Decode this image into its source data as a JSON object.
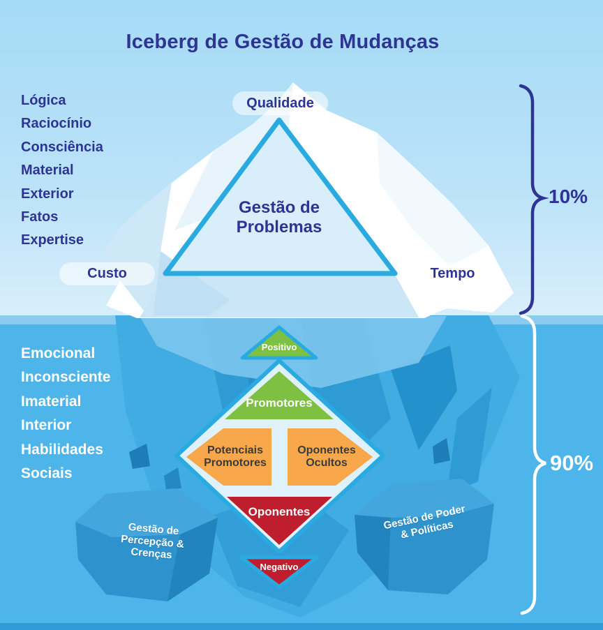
{
  "title": "Iceberg de Gestão de Mudanças",
  "above_water": {
    "percent": "10%",
    "attributes": [
      "Lógica",
      "Raciocínio",
      "Consciência",
      "Material",
      "Exterior",
      "Fatos",
      "Expertise"
    ],
    "triangle_label": "Gestão de Problemas",
    "vertex_labels": {
      "top": "Qualidade",
      "left": "Custo",
      "right": "Tempo"
    }
  },
  "below_water": {
    "percent": "90%",
    "attributes": [
      "Emocional",
      "Inconsciente",
      "Imaterial",
      "Interior",
      "Habilidades Sociais"
    ],
    "stakeholder_diamond": {
      "positive_label": "Positivo",
      "negative_label": "Negativo",
      "promoters": "Promotores",
      "potential_promoters": "Potenciais Promotores",
      "hidden_opponents": "Oponentes Ocultos",
      "opponents": "Oponentes"
    },
    "rocks": {
      "left": "Gestão de Percepção & Crenças",
      "right": "Gestão de Poder & Políticas"
    }
  },
  "colors": {
    "navy": "#2D3494",
    "cyan": "#29ABE2",
    "green": "#7EC142",
    "orange": "#F8A84B",
    "red": "#BF1E2E",
    "water": "#4DB5EA",
    "sky": "#A5DAF6"
  }
}
